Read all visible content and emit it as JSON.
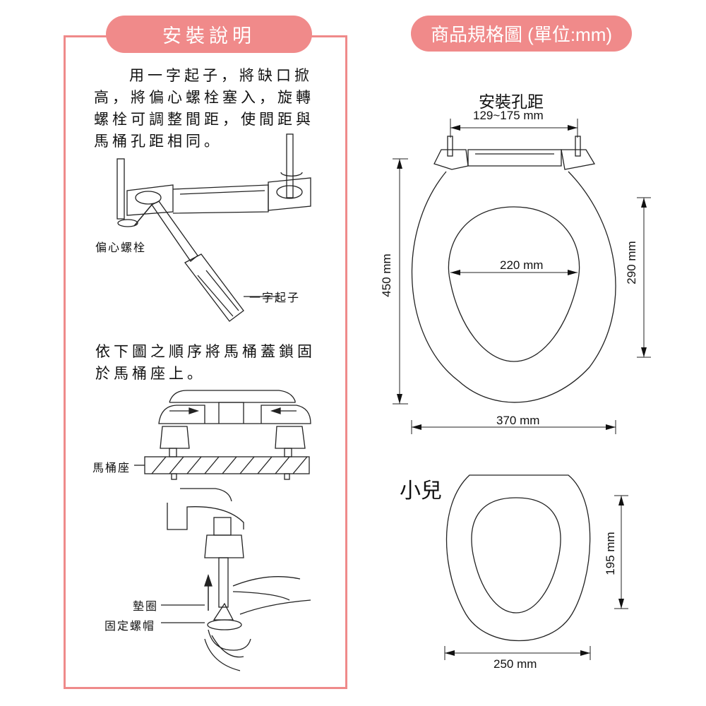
{
  "instructions": {
    "title": "安裝說明",
    "step1": [
      "用一字起子，將缺口掀",
      "高，將偏心螺栓塞入，旋轉",
      "螺栓可調整間距，使間距與",
      "馬桶孔距相同。"
    ],
    "label_eccentric_bolt": "偏心螺栓",
    "label_screwdriver": "一字起子",
    "step2": [
      "依下圖之順序將馬桶蓋鎖固",
      "於馬桶座上。"
    ],
    "label_toilet_seat": "馬桶座",
    "label_washer": "墊圈",
    "label_nut": "固定螺帽"
  },
  "specs": {
    "title": "商品規格圖 (單位:mm)",
    "hole_distance_label": "安裝孔距",
    "hole_distance": "129~175 mm",
    "length": "450 mm",
    "inner_width": "220 mm",
    "inner_length": "290 mm",
    "width": "370 mm",
    "child_label": "小兒",
    "child_inner_length": "195 mm",
    "child_width": "250 mm"
  },
  "colors": {
    "accent": "#f08a8a"
  }
}
